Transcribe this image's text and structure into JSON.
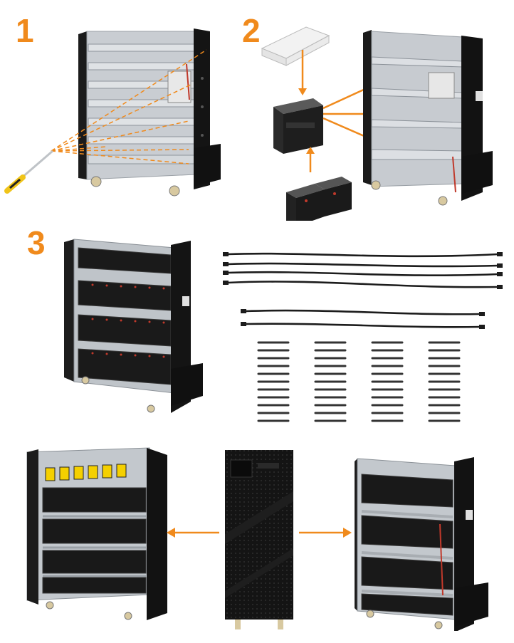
{
  "steps": {
    "one": "1",
    "two": "2",
    "three": "3"
  },
  "colors": {
    "accent": "#f08a1c",
    "steel": "#b9bec4",
    "panel": "#151515",
    "cable": "#1c1c1c",
    "label": "#f5d000"
  },
  "icons": [
    "screwdriver-icon",
    "battery-icon",
    "cable-icon",
    "arrow-icon"
  ]
}
